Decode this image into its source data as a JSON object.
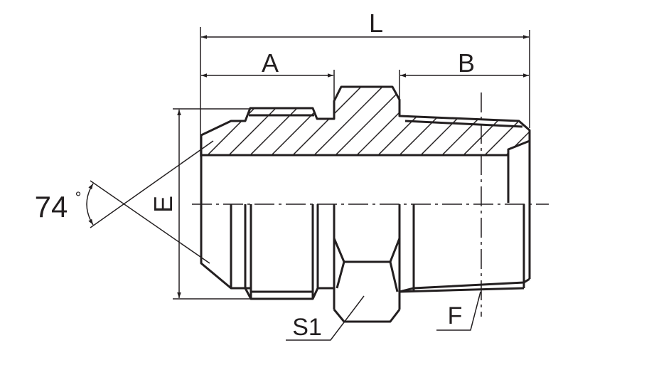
{
  "drawing": {
    "type": "technical-drawing",
    "subject": "Hydraulic straight adapter fitting, half-section view",
    "background": "#ffffff",
    "line_color": "#231f20"
  },
  "dimensions": {
    "overall_length": "L",
    "left_end_length": "A",
    "right_end_length": "B",
    "thread_diameter": "E",
    "cone_angle": "74",
    "angle_unit": "°",
    "hex_size": "S1",
    "pipe_thread": "F"
  }
}
